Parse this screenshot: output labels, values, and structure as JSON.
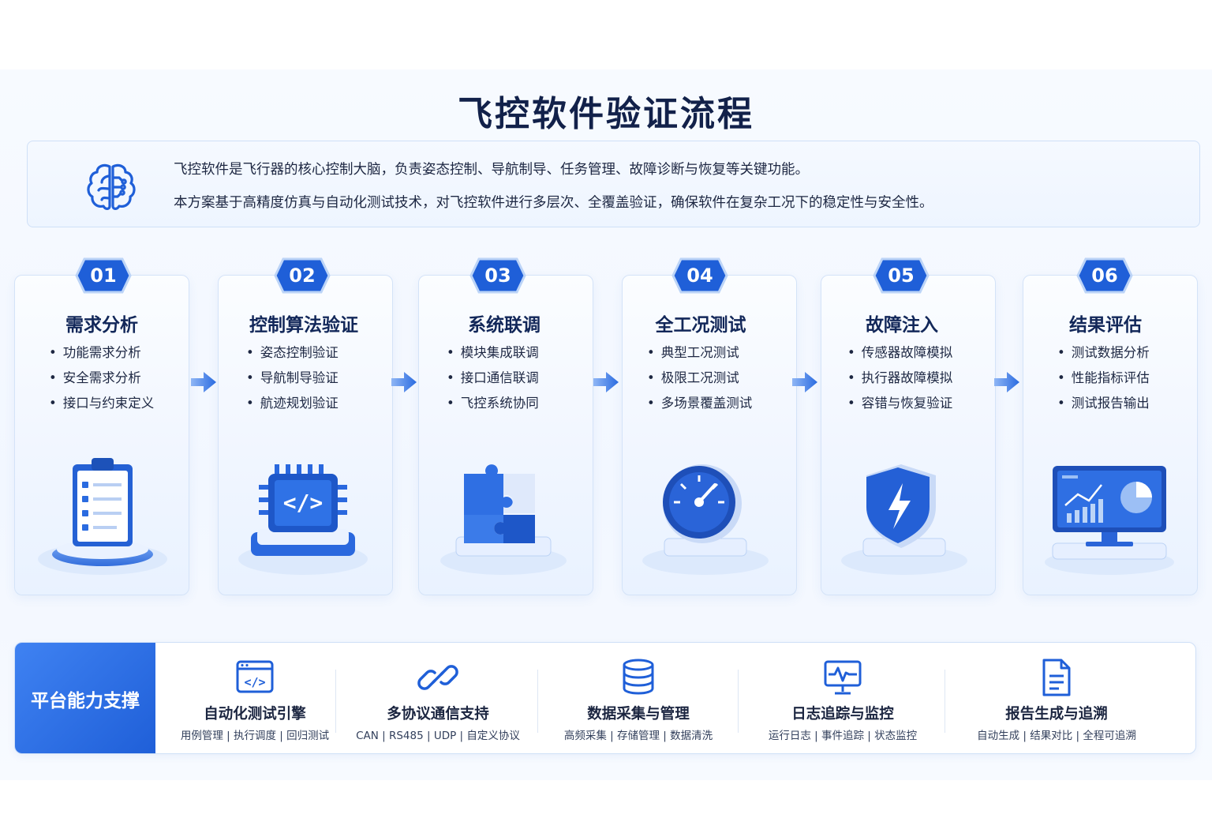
{
  "title": "飞控软件验证流程",
  "intro": {
    "line1": "飞控软件是飞行器的核心控制大脑，负责姿态控制、导航制导、任务管理、故障诊断与恢复等关键功能。",
    "line2": "本方案基于高精度仿真与自动化测试技术，对飞控软件进行多层次、全覆盖验证，确保软件在复杂工况下的稳定性与安全性。"
  },
  "steps": [
    {
      "num": "01",
      "title": "需求分析",
      "items": [
        "功能需求分析",
        "安全需求分析",
        "接口与约束定义"
      ],
      "icon": "clipboard-checklist-icon"
    },
    {
      "num": "02",
      "title": "控制算法验证",
      "items": [
        "姿态控制验证",
        "导航制导验证",
        "航迹规划验证"
      ],
      "icon": "code-chip-icon"
    },
    {
      "num": "03",
      "title": "系统联调",
      "items": [
        "模块集成联调",
        "接口通信联调",
        "飞控系统协同"
      ],
      "icon": "puzzle-icon"
    },
    {
      "num": "04",
      "title": "全工况测试",
      "items": [
        "典型工况测试",
        "极限工况测试",
        "多场景覆盖测试"
      ],
      "icon": "gauge-icon"
    },
    {
      "num": "05",
      "title": "故障注入",
      "items": [
        "传感器故障模拟",
        "执行器故障模拟",
        "容错与恢复验证"
      ],
      "icon": "shield-bolt-icon"
    },
    {
      "num": "06",
      "title": "结果评估",
      "items": [
        "测试数据分析",
        "性能指标评估",
        "测试报告输出"
      ],
      "icon": "monitor-chart-icon"
    }
  ],
  "platform": {
    "label": "平台能力支撑",
    "capabilities": [
      {
        "title": "自动化测试引擎",
        "sub": "用例管理 | 执行调度 | 回归测试",
        "icon": "code-window-icon"
      },
      {
        "title": "多协议通信支持",
        "sub": "CAN | RS485 | UDP | 自定义协议",
        "icon": "link-icon"
      },
      {
        "title": "数据采集与管理",
        "sub": "高频采集 | 存储管理 | 数据清洗",
        "icon": "database-icon"
      },
      {
        "title": "日志追踪与监控",
        "sub": "运行日志 | 事件追踪 | 状态监控",
        "icon": "monitor-pulse-icon"
      },
      {
        "title": "报告生成与追溯",
        "sub": "自动生成 | 结果对比 | 全程可追溯",
        "icon": "document-icon"
      }
    ]
  },
  "colors": {
    "primary": "#1f5fd8",
    "accent": "#3f82f2",
    "title": "#12214a"
  }
}
